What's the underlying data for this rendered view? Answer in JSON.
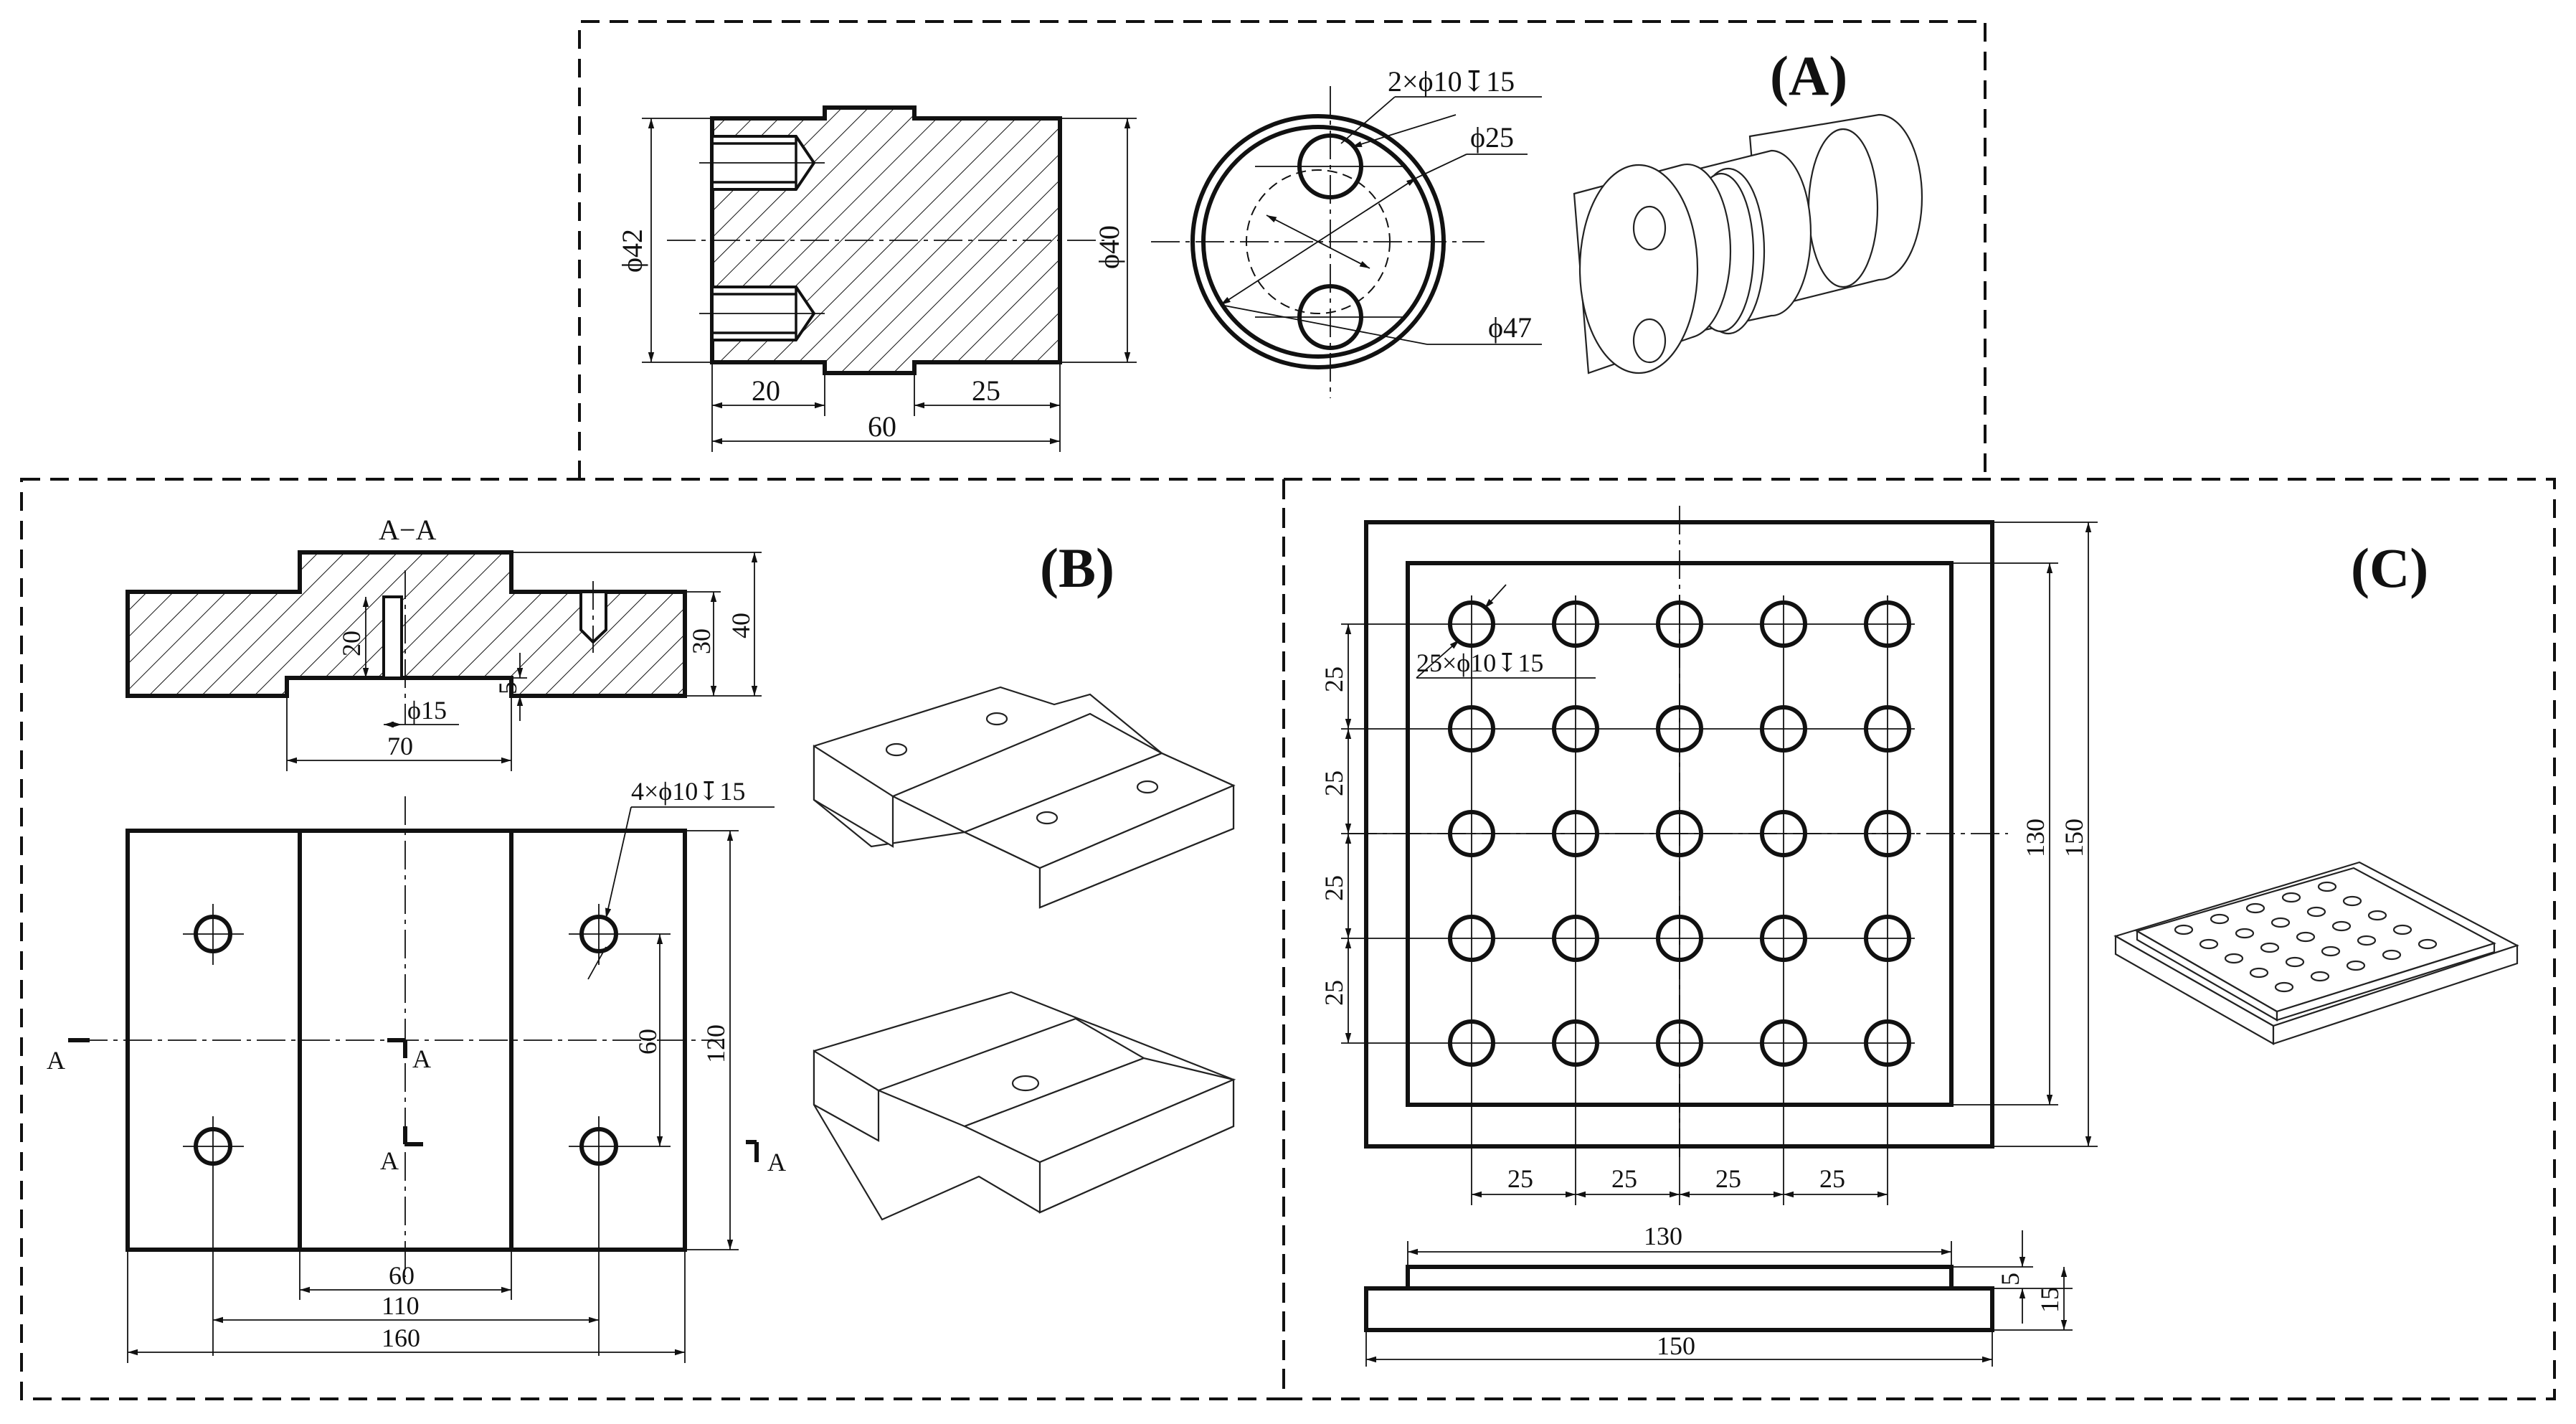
{
  "panels": {
    "a": {
      "label": "(A)",
      "dims": {
        "d42": "ϕ42",
        "d40": "ϕ40",
        "len20": "20",
        "len25": "25",
        "len60": "60",
        "holes": "2×ϕ10↧15",
        "d25": "ϕ25",
        "d47": "ϕ47"
      }
    },
    "b": {
      "label": "(B)",
      "section_title": "A−A",
      "dims": {
        "h20": "20",
        "d15": "ϕ15",
        "h5": "5",
        "h30": "30",
        "h40": "40",
        "w70": "70",
        "holes": "4×ϕ10↧15",
        "v60": "60",
        "v120": "120",
        "w60": "60",
        "w110": "110",
        "w160": "160"
      },
      "section_marks": [
        "A",
        "A",
        "A",
        "A"
      ]
    },
    "c": {
      "label": "(C)",
      "dims": {
        "holes": "25×ϕ10↧15",
        "pitch_v": [
          "25",
          "25",
          "25",
          "25"
        ],
        "pitch_h": [
          "25",
          "25",
          "25",
          "25"
        ],
        "v130": "130",
        "v150": "150",
        "w130": "130",
        "w150": "150",
        "h5": "5",
        "h15": "15"
      }
    }
  }
}
